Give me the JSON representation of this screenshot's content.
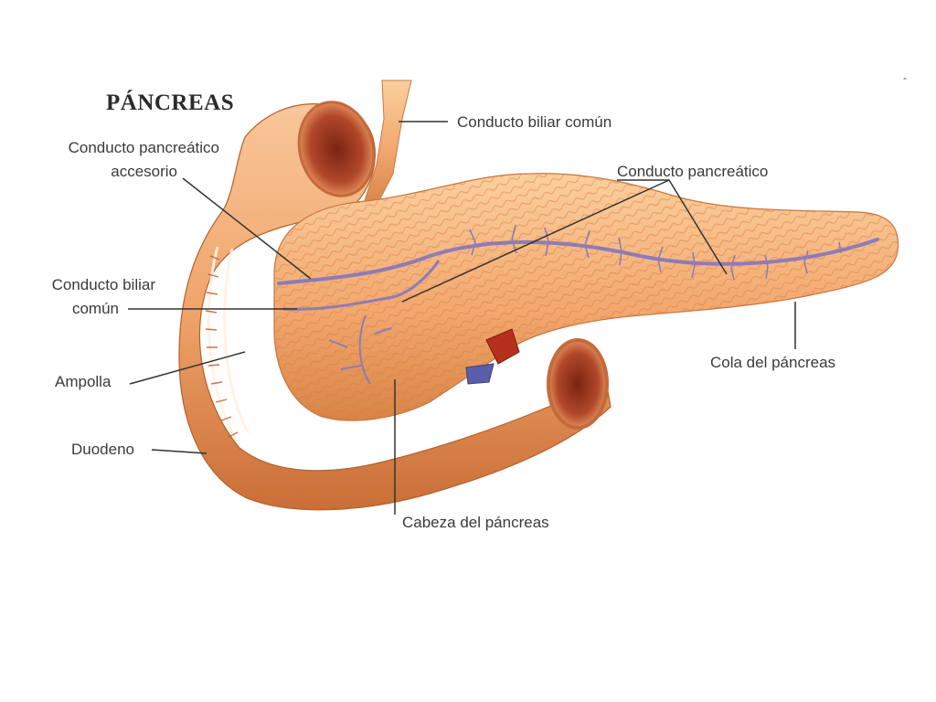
{
  "title": "PÁNCREAS",
  "labels": {
    "conducto_biliar_comun_top": "Conducto biliar común",
    "conducto_pancreatico_accesorio_1": "Conducto pancreático",
    "conducto_pancreatico_accesorio_2": "accesorio",
    "conducto_pancreatico": "Conducto pancreático",
    "conducto_biliar_1": "Conducto biliar",
    "conducto_biliar_2": "común",
    "ampolla": "Ampolla",
    "duodeno": "Duodeno",
    "cola": "Cola del páncreas",
    "cabeza": "Cabeza del páncreas"
  },
  "corner_mark": "-",
  "colors": {
    "tissue": "#f2a86e",
    "tissue_dark": "#d9793f",
    "tissue_light": "#fbd3a6",
    "duodenum": "#f0a56c",
    "lumen": "#a8391f",
    "duct": "#8e7bb8",
    "leader": "#333333"
  }
}
